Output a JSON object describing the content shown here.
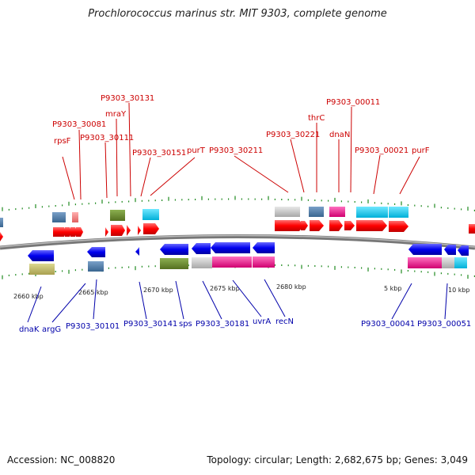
{
  "title": "Prochlorococcus marinus str. MIT 9303, complete genome",
  "footer": {
    "accession": "Accession: NC_008820",
    "topology": "Topology: circular; Length: 2,682,675 bp; Genes: 3,049"
  },
  "colors": {
    "forward_label": "#cc0000",
    "reverse_label": "#0000aa",
    "backbone": "#888888",
    "tick": "#1f8a1f"
  },
  "scale_labels": [
    "2660 kbp",
    "2665 kbp",
    "2670 kbp",
    "2675 kbp",
    "2680 kbp",
    "5 kbp",
    "10 kbp"
  ],
  "forward_labels": [
    "rpsF",
    "P9303_30081",
    "mraY",
    "P9303_30131",
    "P9303_30111",
    "P9303_30151",
    "purT",
    "P9303_30211",
    "P9303_30221",
    "thrC",
    "dnaN",
    "P9303_00011",
    "P9303_00021",
    "purF"
  ],
  "reverse_labels": [
    "dnaK",
    "argG",
    "P9303_30101",
    "P9303_30141",
    "sps",
    "P9303_30181",
    "uvrA",
    "recN",
    "P9303_00041",
    "P9303_00051"
  ]
}
